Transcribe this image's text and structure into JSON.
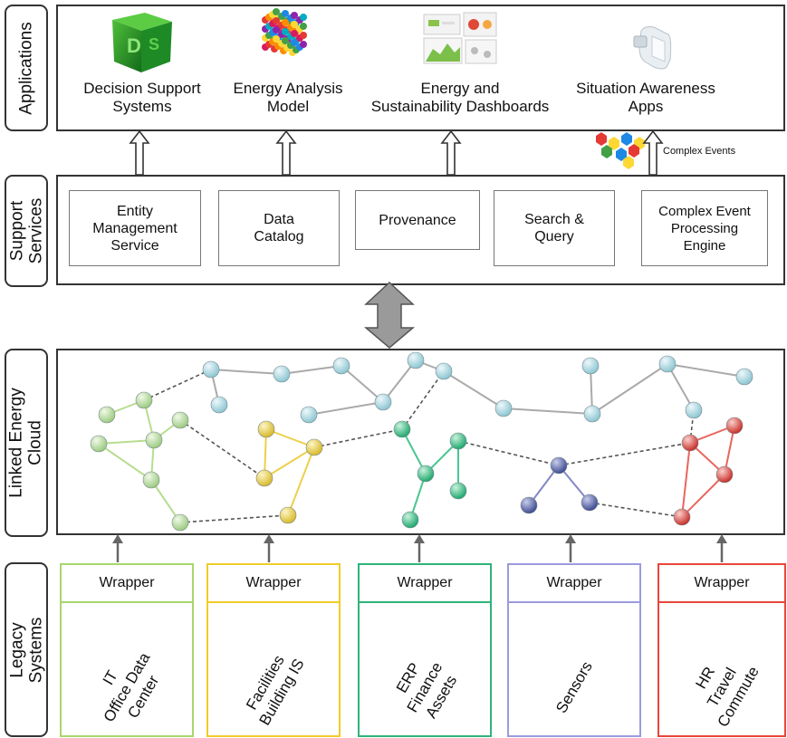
{
  "layers": {
    "applications": "Applications",
    "support": [
      "Support",
      "Services"
    ],
    "cloud": [
      "Linked Energy",
      "Cloud"
    ],
    "legacy": [
      "Legacy",
      "Systems"
    ]
  },
  "applications": [
    {
      "lines": [
        "Decision Support",
        "Systems"
      ],
      "icon": "cube-icon"
    },
    {
      "lines": [
        "Energy Analysis",
        "Model"
      ],
      "icon": "molecule-cube-icon"
    },
    {
      "lines": [
        "Energy and",
        "Sustainability Dashboards"
      ],
      "icon": "dashboard-icon"
    },
    {
      "lines": [
        "Situation Awareness",
        "Apps"
      ],
      "icon": "device-icon"
    }
  ],
  "complex_events_label": "Complex Events",
  "services": [
    [
      "Entity",
      "Management",
      "Service"
    ],
    [
      "Data",
      "Catalog"
    ],
    [
      "Provenance"
    ],
    [
      "Search &",
      "Query"
    ],
    [
      "Complex Event",
      "Processing",
      "Engine"
    ]
  ],
  "legacy": [
    {
      "wrapper": "Wrapper",
      "lines": [
        "IT",
        "Office Data",
        "Center"
      ],
      "color": "#a8d66e"
    },
    {
      "wrapper": "Wrapper",
      "lines": [
        "Facilities",
        "Building IS"
      ],
      "color": "#f0cc2a"
    },
    {
      "wrapper": "Wrapper",
      "lines": [
        "ERP",
        "Finance",
        "Assets"
      ],
      "color": "#2fb37a"
    },
    {
      "wrapper": "Wrapper",
      "lines": [
        "Sensors"
      ],
      "color": "#9b9be0"
    },
    {
      "wrapper": "Wrapper",
      "lines": [
        "HR",
        "Travel",
        "Commute"
      ],
      "color": "#e8463a"
    }
  ],
  "node_colors": {
    "lightblue": "#a9d6e0",
    "green": "#b6dc97",
    "yellow": "#ead35e",
    "teal": "#49c690",
    "navy": "#5d6aa8",
    "red": "#df4d47"
  }
}
